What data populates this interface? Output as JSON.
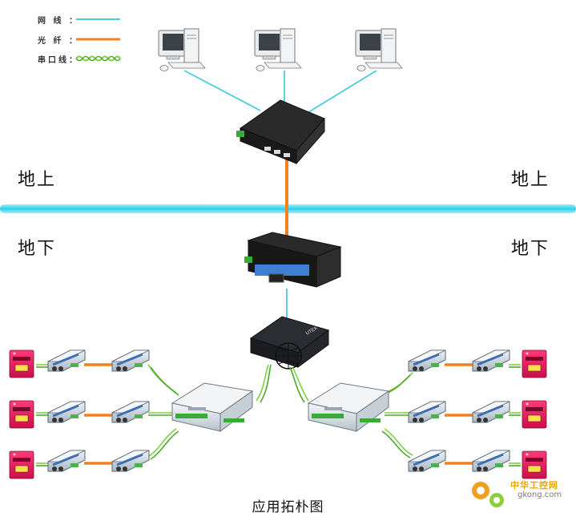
{
  "legend": [
    {
      "label": "网 线 ：",
      "color": "#48cce0",
      "style": "solid"
    },
    {
      "label": "光 纤 ：",
      "color": "#f08020",
      "style": "solid"
    },
    {
      "label": "串口线：",
      "color": "#7fd040",
      "style": "twisted"
    }
  ],
  "zones": {
    "above_left": "地上",
    "above_right": "地上",
    "below_left": "地下",
    "below_right": "地下"
  },
  "serial_server_brand": "UTEK",
  "caption": "应用拓朴图",
  "watermark": {
    "brand": "中华工控网",
    "url": "gkong.com"
  },
  "colors": {
    "ethernet": "#48cce0",
    "fiber": "#f08020",
    "serial": "#7fd040",
    "ground_line": "#3fd6ea",
    "terminal": "#e0195a",
    "converter": "#cfd6de",
    "switch": "#1c1c1c"
  },
  "icons": [
    "computer-icon",
    "ethernet-switch-icon",
    "fiber-media-converter-icon",
    "serial-device-server-icon",
    "rs485-hub-icon",
    "fiber-modem-icon",
    "terminal-device-icon",
    "gear-icon"
  ]
}
